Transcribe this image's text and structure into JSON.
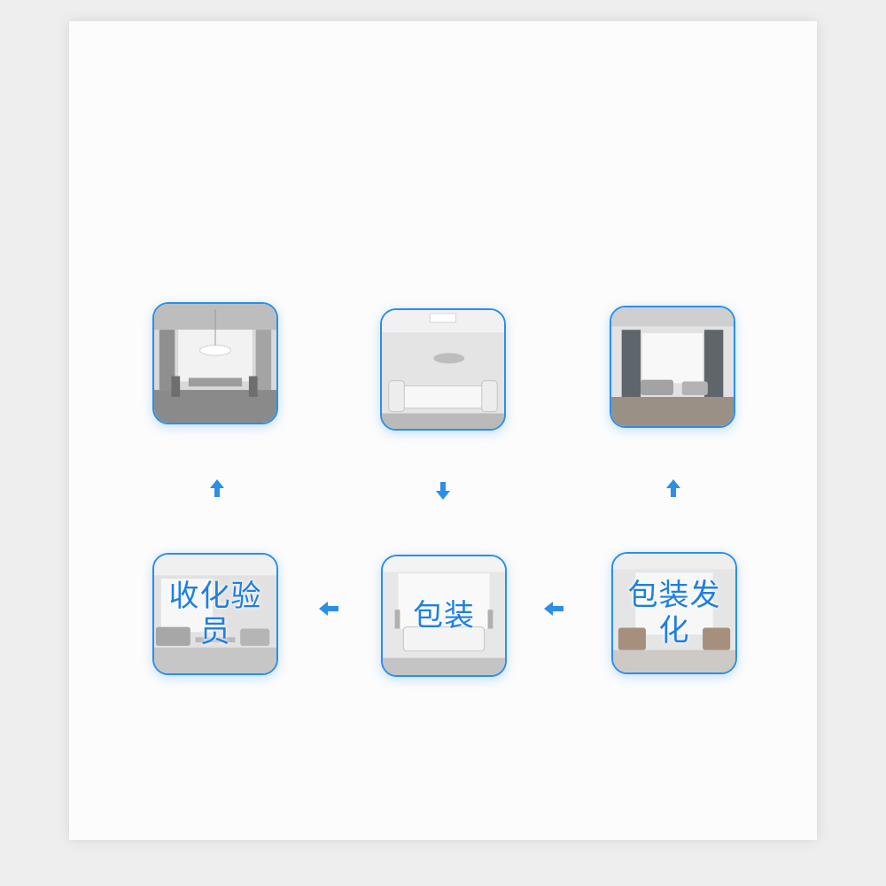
{
  "colors": {
    "accent": "#2b8fe8",
    "caption": "#1f7fe0",
    "sheet": "#fcfcfc"
  },
  "nodes": [
    {
      "id": "top-left",
      "caption": "",
      "icon": "dining-room-photo"
    },
    {
      "id": "top-center",
      "caption": "",
      "icon": "sofa-room-photo"
    },
    {
      "id": "top-right",
      "caption": "",
      "icon": "curtain-living-room-photo"
    },
    {
      "id": "bottom-left",
      "caption": "收化验员",
      "icon": "living-room-photo"
    },
    {
      "id": "bottom-center",
      "caption": "包装",
      "icon": "sofa-room-photo"
    },
    {
      "id": "bottom-right",
      "caption": "包装发化",
      "icon": "chair-room-photo"
    }
  ],
  "arrows": [
    {
      "id": "arrow-up-left",
      "direction": "up"
    },
    {
      "id": "arrow-down-center",
      "direction": "down"
    },
    {
      "id": "arrow-up-right",
      "direction": "up"
    },
    {
      "id": "arrow-left-1",
      "direction": "left"
    },
    {
      "id": "arrow-left-2",
      "direction": "left"
    }
  ]
}
